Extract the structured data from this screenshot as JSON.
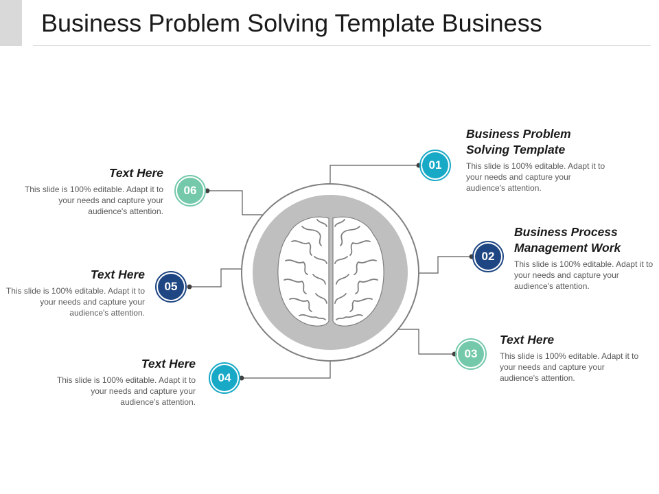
{
  "slide": {
    "title": "Business Problem Solving Template Business"
  },
  "colors": {
    "teal": "#18a9c7",
    "navy": "#1e4683",
    "mint": "#74c9aa",
    "connector": "#595959",
    "ring": "#7f7f7f",
    "disc": "#bfbfbf"
  },
  "items": [
    {
      "number": "01",
      "heading_line1": "Business Problem",
      "heading_line2": "Solving Template",
      "body": "This slide is 100% editable. Adapt it to your needs and capture your audience's attention.",
      "color": "teal"
    },
    {
      "number": "02",
      "heading_line1": "Business Process",
      "heading_line2": "Management Work",
      "body": "This slide is 100% editable. Adapt it to your needs and capture your audience's attention.",
      "color": "navy"
    },
    {
      "number": "03",
      "heading_line1": "Text Here",
      "heading_line2": "",
      "body": "This slide is 100% editable. Adapt it to your needs and capture your audience's attention.",
      "color": "mint"
    },
    {
      "number": "04",
      "heading_line1": "Text Here",
      "heading_line2": "",
      "body": "This slide is 100% editable. Adapt it to your needs and capture your audience's attention.",
      "color": "teal"
    },
    {
      "number": "05",
      "heading_line1": "Text Here",
      "heading_line2": "",
      "body": "This slide is 100% editable. Adapt it to your needs and capture your audience's attention.",
      "color": "navy"
    },
    {
      "number": "06",
      "heading_line1": "Text Here",
      "heading_line2": "",
      "body": "This slide is 100% editable. Adapt it to your needs and capture your audience's attention.",
      "color": "mint"
    }
  ],
  "center_icon": "brain-icon"
}
